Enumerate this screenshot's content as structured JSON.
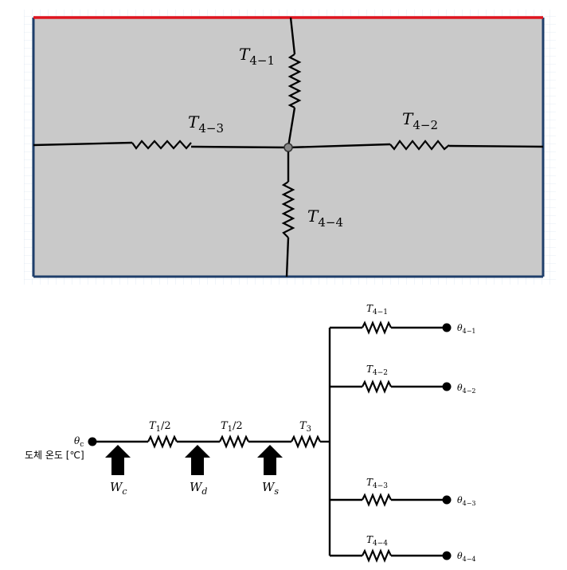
{
  "figure_top": {
    "labels": {
      "t41": {
        "main": "T",
        "sub": "4−1"
      },
      "t42": {
        "main": "T",
        "sub": "4−2"
      },
      "t43": {
        "main": "T",
        "sub": "4−3"
      },
      "t44": {
        "main": "T",
        "sub": "4−4"
      }
    },
    "colors": {
      "panel_fill": "#c9c9c9",
      "top_edge": "#e0141e",
      "frame_edge": "#1f3f6b",
      "grid": "#dce6f2"
    }
  },
  "figure_bottom": {
    "node_label_main": "θ",
    "node_label_sub": "c",
    "conductor_label": "도체 온도 [℃]",
    "series": [
      {
        "main": "T",
        "sub": "1",
        "suffix": "/2"
      },
      {
        "main": "T",
        "sub": "1",
        "suffix": "/2"
      },
      {
        "main": "T",
        "sub": "3",
        "suffix": ""
      }
    ],
    "sources": [
      {
        "main": "W",
        "sub": "c"
      },
      {
        "main": "W",
        "sub": "d"
      },
      {
        "main": "W",
        "sub": "s"
      }
    ],
    "branches": [
      {
        "res_main": "T",
        "res_sub": "4−1",
        "node_main": "θ",
        "node_sub": "4−1"
      },
      {
        "res_main": "T",
        "res_sub": "4−2",
        "node_main": "θ",
        "node_sub": "4−2"
      },
      {
        "res_main": "T",
        "res_sub": "4−3",
        "node_main": "θ",
        "node_sub": "4−3"
      },
      {
        "res_main": "T",
        "res_sub": "4−4",
        "node_main": "θ",
        "node_sub": "4−4"
      }
    ]
  }
}
